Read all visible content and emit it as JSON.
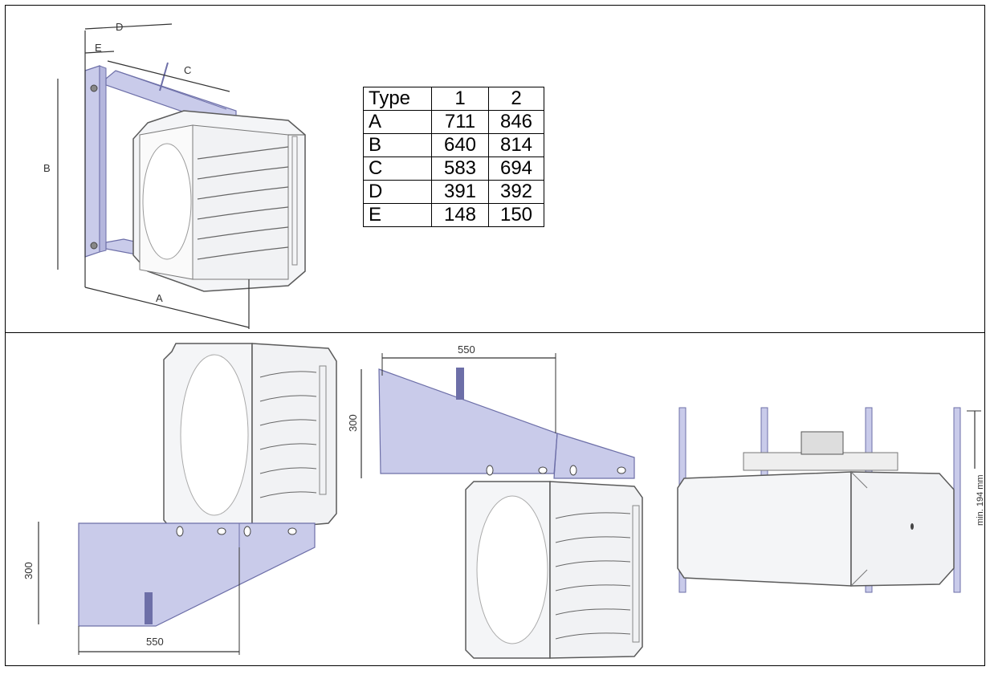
{
  "dimension_table": {
    "header": [
      "Type",
      "1",
      "2"
    ],
    "rows": [
      [
        "A",
        "711",
        "846"
      ],
      [
        "B",
        "640",
        "814"
      ],
      [
        "C",
        "583",
        "694"
      ],
      [
        "D",
        "391",
        "392"
      ],
      [
        "E",
        "148",
        "150"
      ]
    ]
  },
  "views": {
    "iso": {
      "labels": {
        "a": "A",
        "b": "B",
        "c": "C",
        "d": "D",
        "e": "E"
      }
    },
    "wall_mount": {
      "width": "550",
      "height": "300"
    },
    "ceiling_mount": {
      "width": "550",
      "height": "300"
    },
    "side_mount": {
      "clearance": "min. 194 mm"
    }
  },
  "colors": {
    "bracket": "#c9cbea",
    "bracket_stroke": "#6d6fa8",
    "unit_outline": "#5a5a5a"
  }
}
